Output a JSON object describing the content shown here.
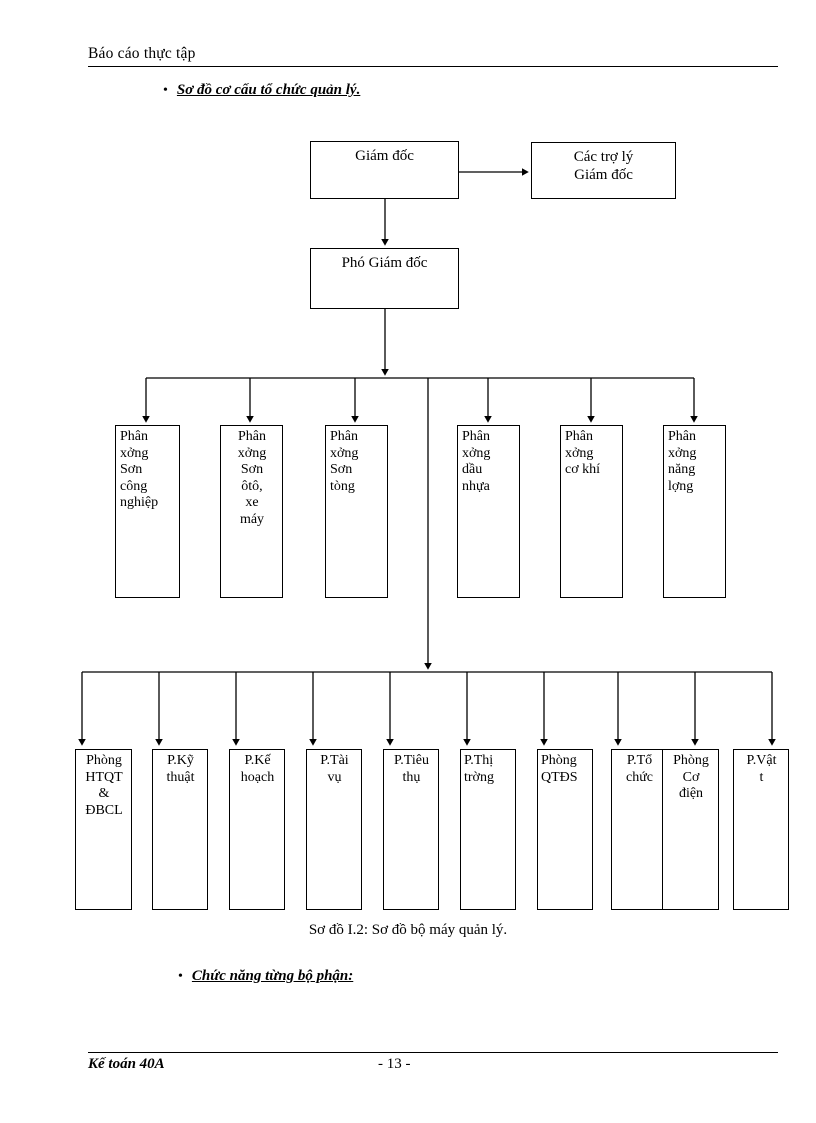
{
  "header": {
    "running_head": "Báo cáo thực tập"
  },
  "headings": {
    "bullet_glyph": "•",
    "section_1": "Sơ đồ cơ cấu tổ chức quản lý.",
    "section_2": "Chức năng từng bộ phận:"
  },
  "diagram": {
    "caption": "Sơ đồ I.2: Sơ đồ bộ máy quản lý.",
    "top_nodes": [
      {
        "id": "director",
        "label": "Giám đốc",
        "align": "center"
      },
      {
        "id": "assistants",
        "label": "Các trợ lý\nGiám đốc",
        "align": "center"
      },
      {
        "id": "deputy-director",
        "label": "Phó Giám đốc",
        "align": "center"
      }
    ],
    "workshops": [
      {
        "id": "workshop-son-cong-nghiep",
        "label": "Phân\nxởng\nSơn\ncông\nnghiệp",
        "align": "left"
      },
      {
        "id": "workshop-son-oto-xe-may",
        "label": "Phân\nxởng\nSơn\nôtô,\nxe\nmáy",
        "align": "center"
      },
      {
        "id": "workshop-son-tong",
        "label": "Phân\nxởng\nSơn\ntòng",
        "align": "left"
      },
      {
        "id": "workshop-dau-nhua",
        "label": "Phân\nxởng\ndầu\nnhựa",
        "align": "left"
      },
      {
        "id": "workshop-co-khi",
        "label": "Phân\nxởng\ncơ khí",
        "align": "left"
      },
      {
        "id": "workshop-nang-long",
        "label": "Phân\nxởng\nnăng\nlợng",
        "align": "left"
      }
    ],
    "departments": [
      {
        "id": "dept-htqt-dbcl",
        "label": "Phòng\nHTQT\n&\nĐBCL",
        "align": "center"
      },
      {
        "id": "dept-ky-thuat",
        "label": "P.Kỹ\nthuật",
        "align": "center"
      },
      {
        "id": "dept-ke-hoach",
        "label": "P.Kế\nhoạch",
        "align": "center"
      },
      {
        "id": "dept-tai-vu",
        "label": "P.Tài\nvụ",
        "align": "center"
      },
      {
        "id": "dept-tieu-thu",
        "label": "P.Tiêu\nthụ",
        "align": "center"
      },
      {
        "id": "dept-thi-truong",
        "label": "P.Thị\ntrờng",
        "align": "left"
      },
      {
        "id": "dept-qtds",
        "label": "Phòng\nQTĐS",
        "align": "left"
      },
      {
        "id": "dept-to-chuc",
        "label": "P.Tổ\nchức",
        "align": "center"
      },
      {
        "id": "dept-co-dien",
        "label": "Phòng\nCơ\nđiện",
        "align": "center"
      },
      {
        "id": "dept-vat-tu",
        "label": "P.Vật\nt",
        "align": "center"
      }
    ]
  },
  "footer": {
    "author": "Kế toán 40A",
    "page_number": "- 13 -"
  },
  "colors": {
    "ink": "#000000",
    "paper": "#ffffff"
  }
}
